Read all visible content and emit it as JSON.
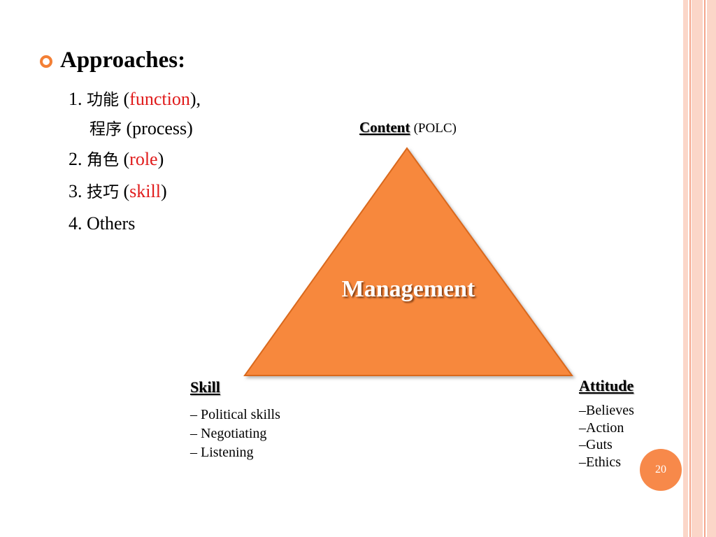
{
  "slide": {
    "heading": "Approaches:",
    "items": [
      {
        "num": "1.",
        "zh": "功能",
        "open": "(",
        "en": "function",
        "close": "),"
      },
      {
        "num": "",
        "zh": "程序",
        "open": "(",
        "en": "process",
        "close": ")"
      },
      {
        "num": "2.",
        "zh": "角色",
        "open": "(",
        "en": "role",
        "close": ")"
      },
      {
        "num": "3.",
        "zh": "技巧",
        "open": "(",
        "en": "skill",
        "close": ")"
      },
      {
        "num": "4.",
        "zh": "",
        "open": "",
        "en": "Others",
        "close": ""
      }
    ],
    "accent_color": "#f37f35",
    "highlight_color": "#e01a1a"
  },
  "diagram": {
    "top_label": "Content",
    "top_sub": "(POLC)",
    "center": "Management",
    "left_title": "Skill",
    "left_items": [
      "– Political skills",
      "– Negotiating",
      "– Listening"
    ],
    "right_title": "Attitude",
    "right_items": [
      "–Believes",
      "–Action",
      "–Guts",
      "–Ethics"
    ],
    "fill_color": "#f7883e"
  },
  "page_number": "20"
}
